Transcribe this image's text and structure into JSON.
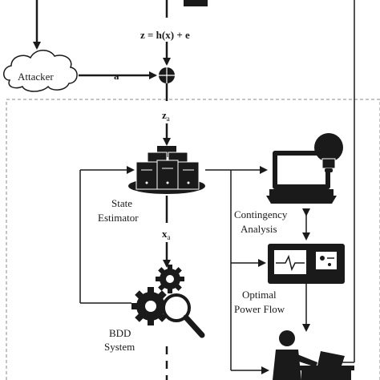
{
  "labels": {
    "attacker": "Attacker",
    "attack_vector": "a",
    "measurement_eq": "z = h(x) + e",
    "za": "z",
    "za_sub": "a",
    "xa": "x",
    "xa_sub": "a",
    "state_estimator_line1": "State",
    "state_estimator_line2": "Estimator",
    "contingency_line1": "Contingency",
    "contingency_line2": "Analysis",
    "opf_line1": "Optimal",
    "opf_line2": "Power Flow",
    "bdd_line1": "BDD",
    "bdd_line2": "System"
  },
  "icons": {
    "cloud": "attacker-cloud-icon",
    "summing": "summing-junction-icon",
    "servers": "server-stack-icon",
    "monitor": "monitor-icon",
    "bulb": "lightbulb-icon",
    "panel": "control-panel-icon",
    "gears": "gears-magnifier-icon",
    "operator": "operator-desk-icon"
  },
  "colors": {
    "ink": "#1a1a1a",
    "dashed_border": "#8a8a8a",
    "background": "#ffffff"
  }
}
